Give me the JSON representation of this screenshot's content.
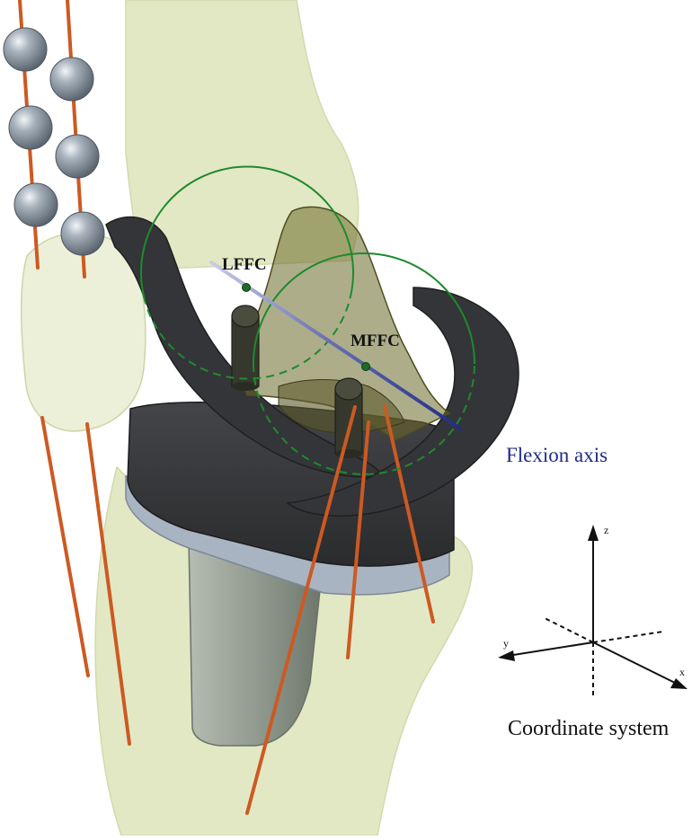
{
  "labels": {
    "lateral_center": "LFFC",
    "medial_center": "MFFC",
    "flexion_axis": "Flexion axis",
    "coordinate_system": "Coordinate system"
  },
  "axes": {
    "x": "x",
    "y": "y",
    "z": "z"
  },
  "colors": {
    "bone": "#e3e8c4",
    "bone_edge": "#c9d09f",
    "implant": "#3a3b3d",
    "tray_edge": "#a9b4c2",
    "stem": "#8e978c",
    "wire": "#cc5a22",
    "marker": "#9aa4ae",
    "circle": "#1e8a2e",
    "axis_line": "#1f2b86",
    "axis_label": "#1f2b86"
  }
}
